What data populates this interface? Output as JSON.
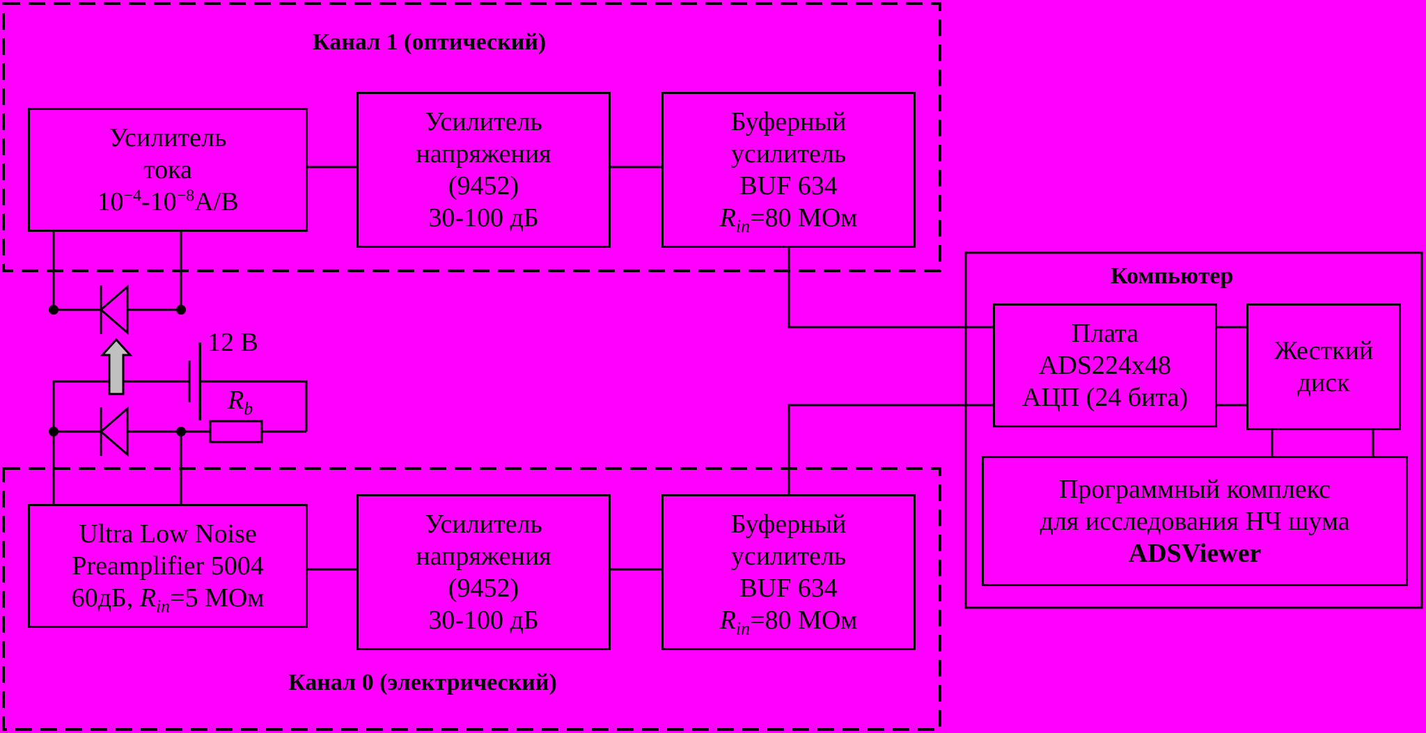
{
  "channel1": {
    "title": "Канал 1 (оптический)",
    "current_amp": {
      "l1": "Усилитель",
      "l2": "тока",
      "l3_base": "10",
      "l3_exp1": "−4",
      "l3_mid": "-10",
      "l3_exp2": "−8",
      "l3_unit": "А/В"
    },
    "voltage_amp": {
      "l1": "Усилитель",
      "l2": "напряжения",
      "l3": "(9452)",
      "l4": "30-100 дБ"
    },
    "buffer_amp": {
      "l1": "Буферный",
      "l2": "усилитель",
      "l3": "BUF 634",
      "l4_var": "R",
      "l4_sub": "in",
      "l4_rest": "=80 МОм"
    }
  },
  "channel0": {
    "title": "Канал 0 (электрический)",
    "preamp": {
      "l1": "Ultra Low Noise",
      "l2": "Preamplifier 5004",
      "l3_pre": "60дБ, ",
      "l3_var": "R",
      "l3_sub": "in",
      "l3_rest": "=5 МОм"
    },
    "voltage_amp": {
      "l1": "Усилитель",
      "l2": "напряжения",
      "l3": "(9452)",
      "l4": "30-100 дБ"
    },
    "buffer_amp": {
      "l1": "Буферный",
      "l2": "усилитель",
      "l3": "BUF 634",
      "l4_var": "R",
      "l4_sub": "in",
      "l4_rest": "=80 МОм"
    }
  },
  "circuit": {
    "battery_label": "12 В",
    "resistor_var": "R",
    "resistor_sub": "b"
  },
  "computer": {
    "title": "Компьютер",
    "board": {
      "l1": "Плата",
      "l2": "ADS224x48",
      "l3": "АЦП (24 бита)"
    },
    "disk": {
      "l1": "Жесткий",
      "l2": "диск"
    },
    "software": {
      "l1": "Программный комплекс",
      "l2": "для исследования НЧ шума",
      "l3": "ADSViewer"
    }
  },
  "colors": {
    "background": "#ff00ff",
    "line": "#000000",
    "arrow_fill": "#c0c0c0"
  }
}
